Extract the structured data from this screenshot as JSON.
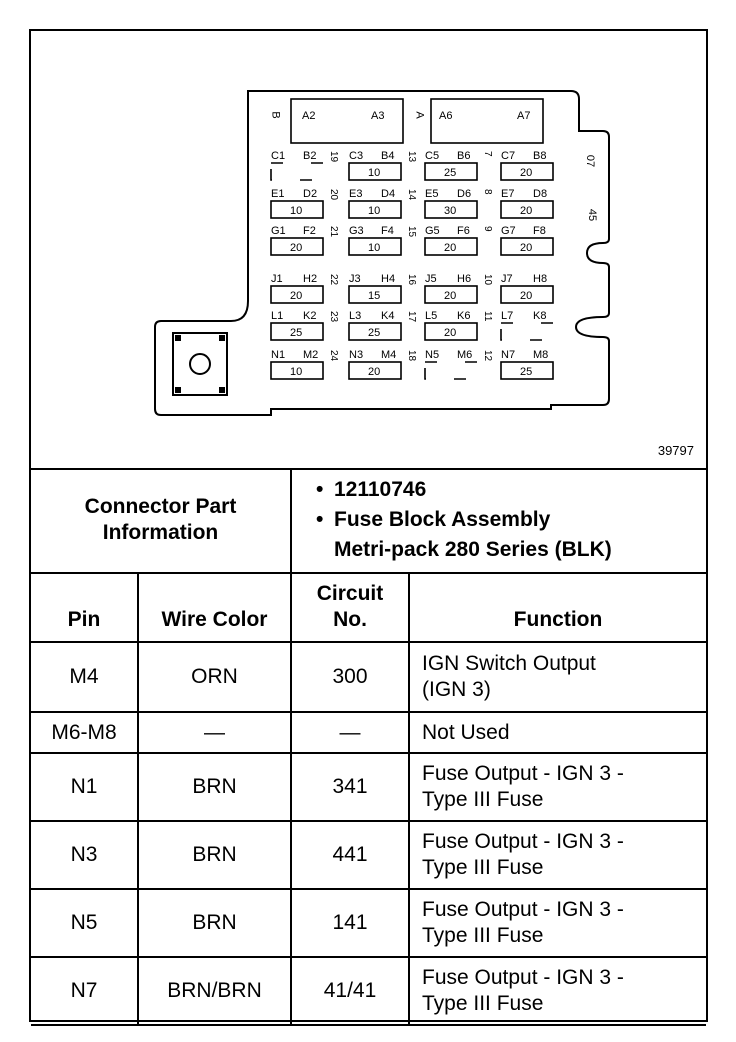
{
  "diagram": {
    "ref_number": "39797",
    "top_labels": {
      "B": "B",
      "A": "A",
      "A2": "A2",
      "A3": "A3",
      "A6": "A6",
      "A7": "A7"
    },
    "fuses": [
      {
        "left": "C1",
        "right": "B2",
        "amp": "",
        "num": "19"
      },
      {
        "left": "C3",
        "right": "B4",
        "amp": "10",
        "num": "13"
      },
      {
        "left": "C5",
        "right": "B6",
        "amp": "25",
        "num": "7"
      },
      {
        "left": "C7",
        "right": "B8",
        "amp": "20",
        "num": ""
      },
      {
        "left": "E1",
        "right": "D2",
        "amp": "10",
        "num": "20"
      },
      {
        "left": "E3",
        "right": "D4",
        "amp": "10",
        "num": "14"
      },
      {
        "left": "E5",
        "right": "D6",
        "amp": "30",
        "num": "8"
      },
      {
        "left": "E7",
        "right": "D8",
        "amp": "20",
        "num": ""
      },
      {
        "left": "G1",
        "right": "F2",
        "amp": "20",
        "num": "21"
      },
      {
        "left": "G3",
        "right": "F4",
        "amp": "10",
        "num": "15"
      },
      {
        "left": "G5",
        "right": "F6",
        "amp": "20",
        "num": "9"
      },
      {
        "left": "G7",
        "right": "F8",
        "amp": "20",
        "num": ""
      },
      {
        "left": "J1",
        "right": "H2",
        "amp": "20",
        "num": "22"
      },
      {
        "left": "J3",
        "right": "H4",
        "amp": "15",
        "num": "16"
      },
      {
        "left": "J5",
        "right": "H6",
        "amp": "20",
        "num": "10"
      },
      {
        "left": "J7",
        "right": "H8",
        "amp": "20",
        "num": ""
      },
      {
        "left": "L1",
        "right": "K2",
        "amp": "25",
        "num": "23"
      },
      {
        "left": "L3",
        "right": "K4",
        "amp": "25",
        "num": "17"
      },
      {
        "left": "L5",
        "right": "K6",
        "amp": "20",
        "num": "11"
      },
      {
        "left": "L7",
        "right": "K8",
        "amp": "",
        "num": ""
      },
      {
        "left": "N1",
        "right": "M2",
        "amp": "10",
        "num": "24"
      },
      {
        "left": "N3",
        "right": "M4",
        "amp": "20",
        "num": "18"
      },
      {
        "left": "N5",
        "right": "M6",
        "amp": "",
        "num": "12"
      },
      {
        "left": "N7",
        "right": "M8",
        "amp": "25",
        "num": ""
      }
    ],
    "side_labels": {
      "s1": "07",
      "s2": "45"
    }
  },
  "connector": {
    "label_line1": "Connector Part",
    "label_line2": "Information",
    "part_number": "12110746",
    "desc_line1": "Fuse Block Assembly",
    "desc_line2": "Metri-pack 280 Series (BLK)"
  },
  "table": {
    "headers": {
      "pin": "Pin",
      "wire": "Wire Color",
      "circuit1": "Circuit",
      "circuit2": "No.",
      "function": "Function"
    },
    "rows": [
      {
        "pin": "M4",
        "wire": "ORN",
        "circuit": "300",
        "f1": "IGN Switch Output",
        "f2": "(IGN 3)"
      },
      {
        "pin": "M6-M8",
        "wire": "—",
        "circuit": "—",
        "f1": "Not Used",
        "f2": ""
      },
      {
        "pin": "N1",
        "wire": "BRN",
        "circuit": "341",
        "f1": "Fuse Output - IGN 3 -",
        "f2": "Type III Fuse"
      },
      {
        "pin": "N3",
        "wire": "BRN",
        "circuit": "441",
        "f1": "Fuse Output - IGN 3 -",
        "f2": "Type III Fuse"
      },
      {
        "pin": "N5",
        "wire": "BRN",
        "circuit": "141",
        "f1": "Fuse Output - IGN 3 -",
        "f2": "Type III Fuse"
      },
      {
        "pin": "N7",
        "wire": "BRN/BRN",
        "circuit": "41/41",
        "f1": "Fuse Output - IGN 3 -",
        "f2": "Type III Fuse"
      }
    ]
  }
}
